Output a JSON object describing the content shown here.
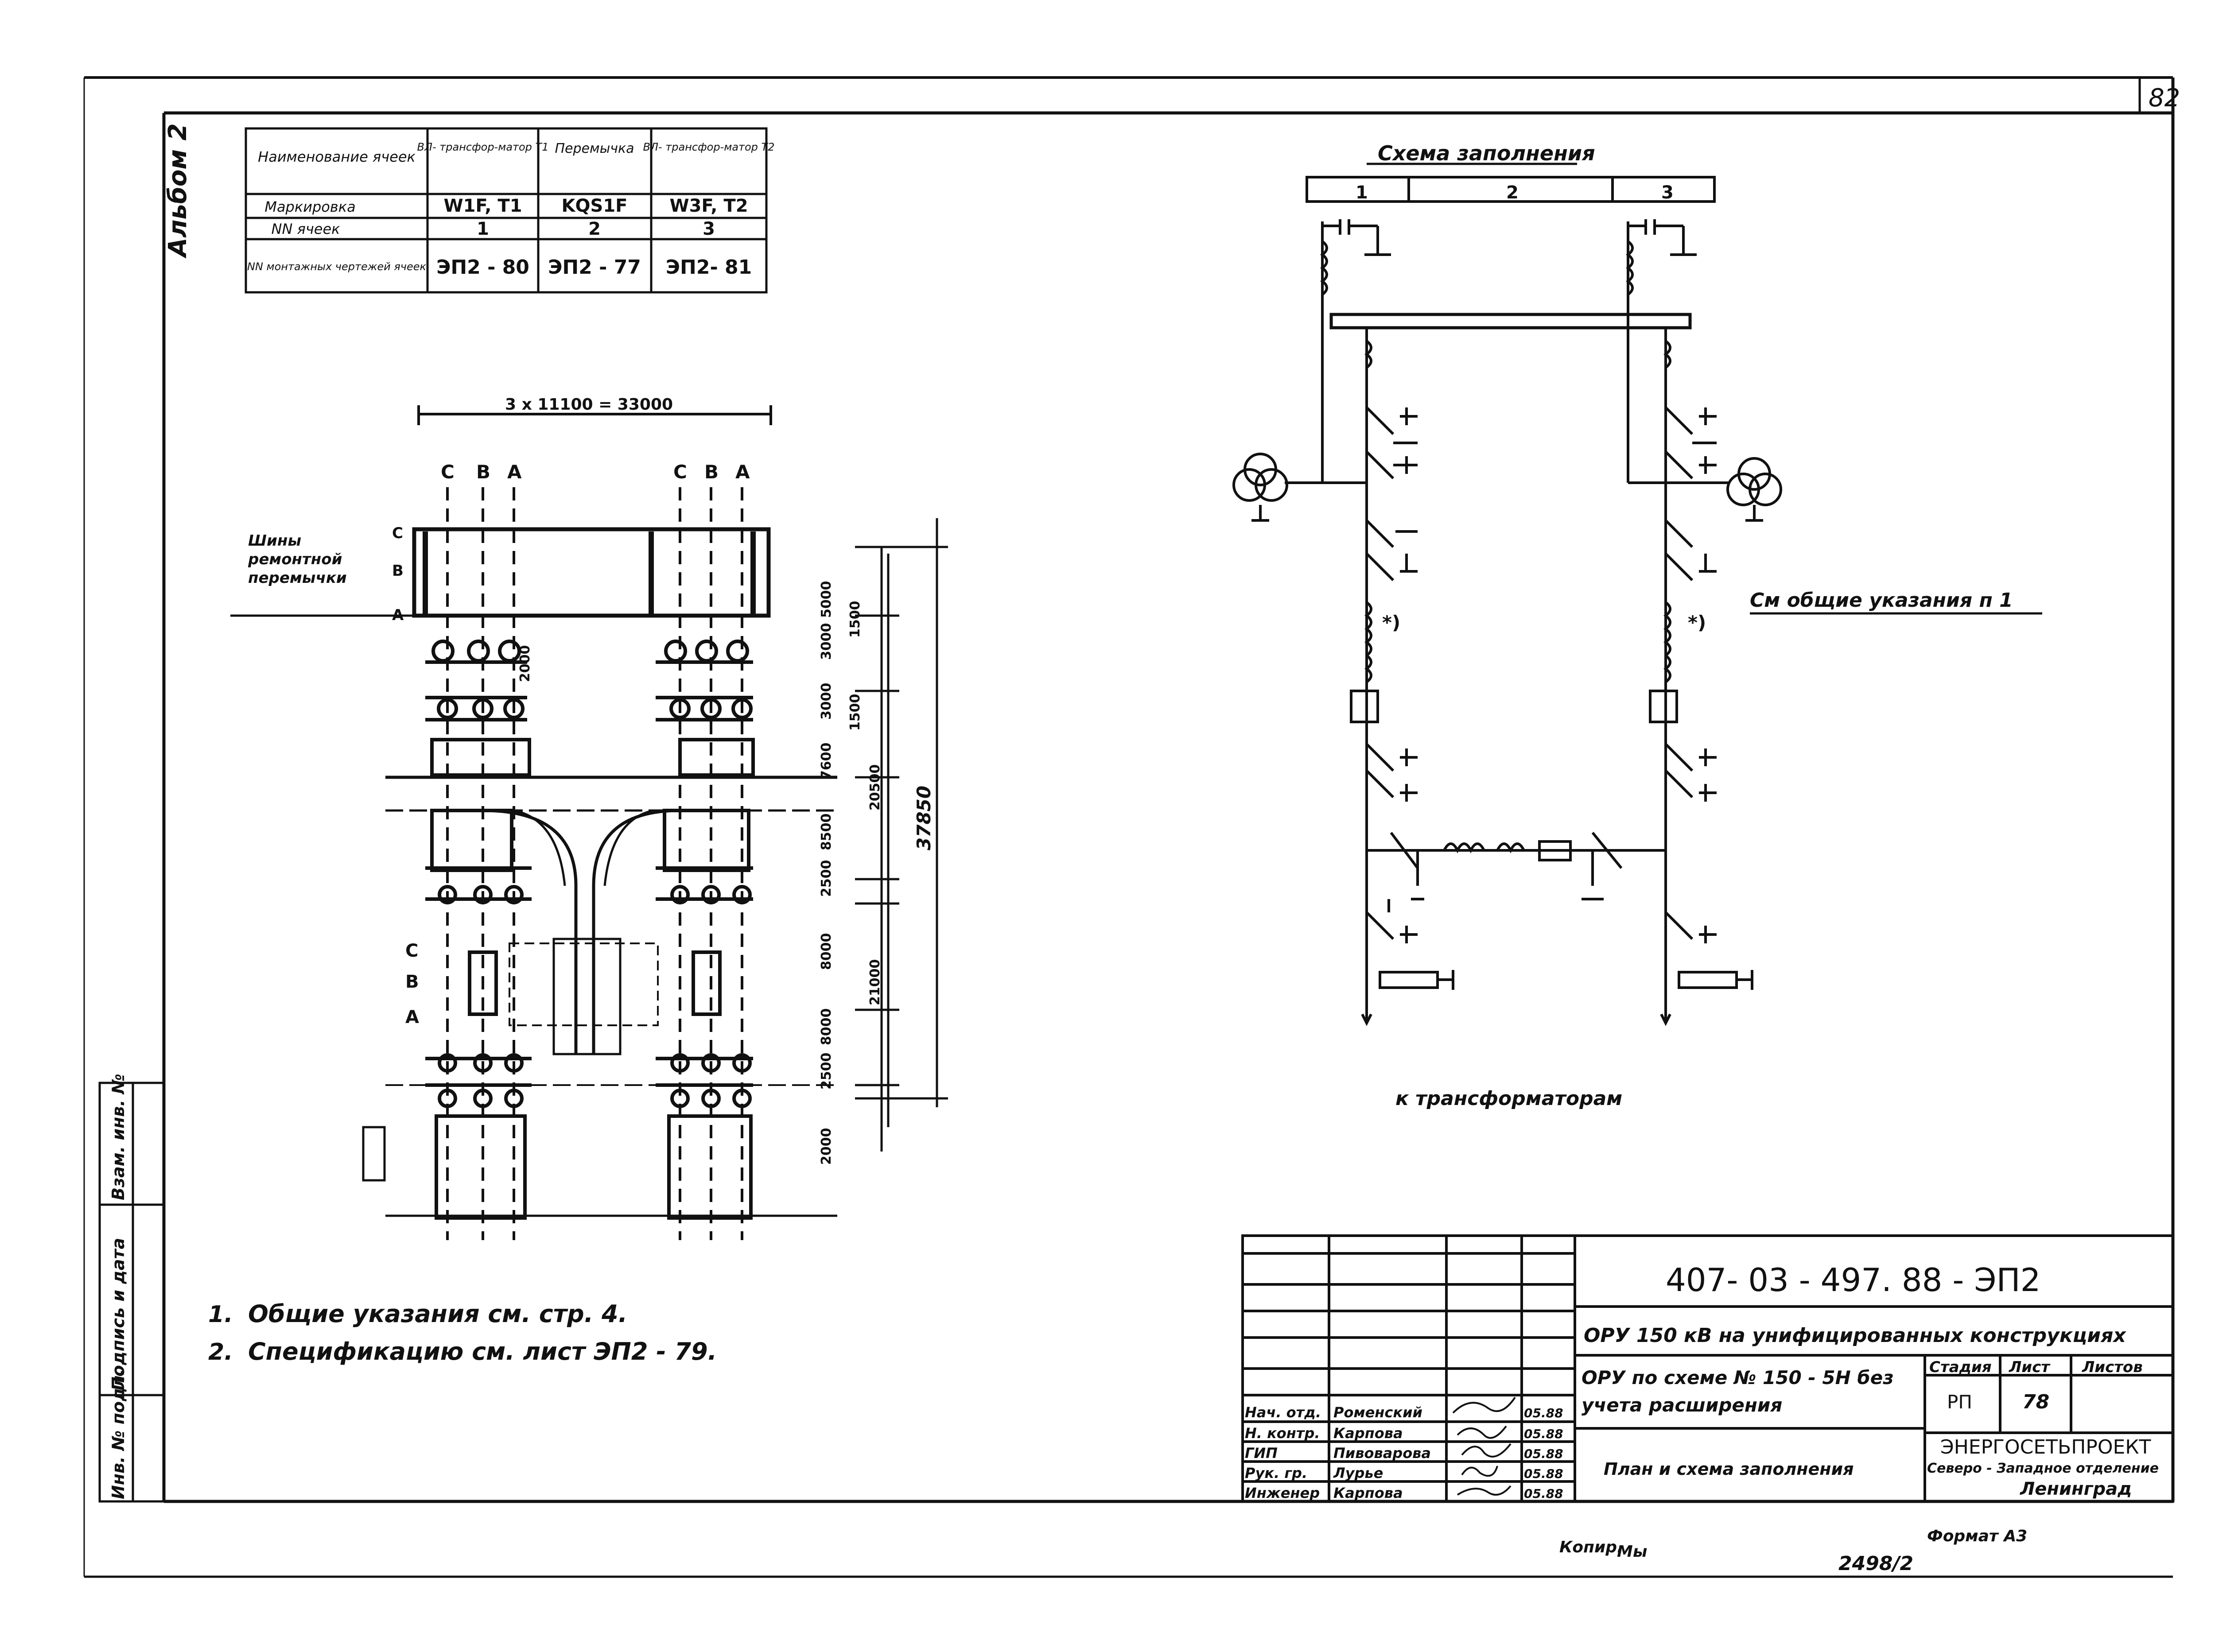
{
  "sheet": {
    "page_number": "82",
    "album_label": "Альбом 2",
    "copied_label": "Копир.",
    "copied_sign": "Мы",
    "format_label": "Формат А3",
    "archive_number": "2498/2"
  },
  "cell_table": {
    "rows": [
      {
        "header": "Наименование ячеек",
        "c1": "ВЛ- трансфор-матор Т1",
        "c2": "Перемычка",
        "c3": "ВЛ- трансфор-матор Т2"
      },
      {
        "header": "Маркировка",
        "c1": "W1F, T1",
        "c2": "KQS1F",
        "c3": "W3F, T2"
      },
      {
        "header": "NN ячеек",
        "c1": "1",
        "c2": "2",
        "c3": "3"
      },
      {
        "header": "NN монтажных чертежей ячеек",
        "c1": "ЭП2 - 80",
        "c2": "ЭП2 - 77",
        "c3": "ЭП2- 81"
      }
    ]
  },
  "plan": {
    "top_dimension": "3 x 11100 = 33000",
    "phases_left": [
      "С",
      "В",
      "А"
    ],
    "phases_right": [
      "С",
      "В",
      "А"
    ],
    "bus_label": "Шины ремонтной перемычки",
    "bus_phases": [
      "С",
      "В",
      "А"
    ],
    "lower_phases": [
      "С",
      "В",
      "А"
    ],
    "dims_right": [
      "5000",
      "3000",
      "3000",
      "1500",
      "1500",
      "7600",
      "8500",
      "2500",
      "8000",
      "8000",
      "2500",
      "2000"
    ],
    "dims_outer": [
      "20500",
      "21000"
    ],
    "dim_total": "37850",
    "dim_small": "2000"
  },
  "scheme": {
    "title": "Схема заполнения",
    "cells": [
      "1",
      "2",
      "3"
    ],
    "note_ref": "См общие указания п 1",
    "star_mark": "*)",
    "bottom_label": "к трансформаторам"
  },
  "notes": [
    {
      "num": "1.",
      "text": "Общие указания см. стр. 4."
    },
    {
      "num": "2.",
      "text": "Спецификацию см. лист ЭП2 - 79."
    }
  ],
  "side_stamp": [
    "Инв. № подл.",
    "Подпись и дата",
    "Взам. инв. №"
  ],
  "title_block": {
    "doc_code": "407- 03 - 497. 88 - ЭП2",
    "project": "ОРУ 150 кВ на унифицированных конструкциях",
    "subject": "ОРУ по схеме № 150 - 5Н без учета расширения",
    "sheet_name": "План и схема заполнения",
    "stage_header": "Стадия",
    "sheet_header": "Лист",
    "sheets_header": "Листов",
    "stage": "РП",
    "sheet": "78",
    "sheets": "",
    "org_name": "ЭНЕРГОСЕТЬПРОЕКТ",
    "org_branch": "Северо - Западное отделение",
    "org_city": "Ленинград",
    "staff": [
      {
        "role": "Нач. отд.",
        "name": "Роменский",
        "date": "05.88"
      },
      {
        "role": "Н. контр.",
        "name": "Карпова",
        "date": "05.88"
      },
      {
        "role": "ГИП",
        "name": "Пивоварова",
        "date": "05.88"
      },
      {
        "role": "Рук. гр.",
        "name": "Лурье",
        "date": "05.88"
      },
      {
        "role": "Инженер",
        "name": "Карпова",
        "date": "05.88"
      }
    ]
  }
}
